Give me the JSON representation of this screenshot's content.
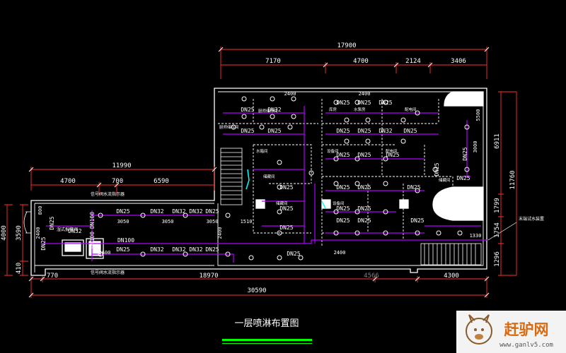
{
  "drawing": {
    "title": "一层喷淋布置图",
    "colors": {
      "background": "#000000",
      "wall": "#ffffff",
      "dimension": "#ff3030",
      "dim_text": "#ffffff",
      "pipe": "#b000ff",
      "label": "#ffffff",
      "sprinkler": "#ffffff",
      "title": "#ffffff",
      "underline": "#00ff00",
      "yellow": "#ffff00",
      "cyan": "#00ffff"
    },
    "dims_top": {
      "overall": "17900",
      "segments": [
        "7170",
        "4700",
        "2124",
        "3406"
      ]
    },
    "dims_left_block_top": {
      "overall": "11990",
      "segments": [
        "4700",
        "700",
        "6590"
      ]
    },
    "dims_bottom": {
      "overall": "30590",
      "segments": [
        "770",
        "18970",
        "4566",
        "4300"
      ]
    },
    "dims_right": {
      "overall": "11760",
      "segments": [
        "6911",
        "1799",
        "1754",
        "1296"
      ]
    },
    "dims_left": {
      "overall": "4000",
      "segments": [
        "3590",
        "410"
      ]
    },
    "small_dims": [
      "800",
      "2400",
      "3050",
      "3050",
      "3050",
      "2400",
      "1510",
      "5500",
      "3000",
      "1330",
      "2400",
      "2400",
      "2600",
      "2400"
    ],
    "pipe_labels_left": {
      "top_row": [
        "DN25",
        "DN32",
        "DN32",
        "DN32",
        "DN25"
      ],
      "bottom_row": [
        "DN25",
        "DN32",
        "DN32",
        "DN32",
        "DN25"
      ],
      "main_top": "DN100",
      "main_bottom": "DN100",
      "main_vertical": "DN100",
      "left_a": "DN25",
      "left_b": "DN32",
      "left_c": "DN25"
    },
    "pipe_labels_right": [
      "DN32",
      "DN25",
      "DN25",
      "DN25",
      "DN25",
      "DN25",
      "DN25",
      "DN32",
      "DN25",
      "DN25",
      "DN25",
      "DN25",
      "DN25",
      "DN25",
      "DN25",
      "DN25",
      "DN25",
      "DN25",
      "DN25",
      "DN25",
      "DN25",
      "DN25",
      "DN25",
      "DN25",
      "DN25",
      "DN25",
      "DN25",
      "DN25",
      "DN25"
    ],
    "room_labels": [
      "厨师储存间",
      "厨师储存间",
      "水箱间",
      "储藏间",
      "储藏间",
      "库房",
      "水泵房",
      "配电间",
      "配电间",
      "设备间",
      "设备间",
      "储藏间"
    ],
    "annotations": {
      "valve_top": "信号阀水流指示器",
      "valve_bottom": "信号阀水流指示器",
      "end_test": "末端试水装置",
      "wet_alarm": "湿式报警阀"
    },
    "watermark": {
      "name": "赶驴网",
      "url": "www.ganlv5.com"
    }
  }
}
